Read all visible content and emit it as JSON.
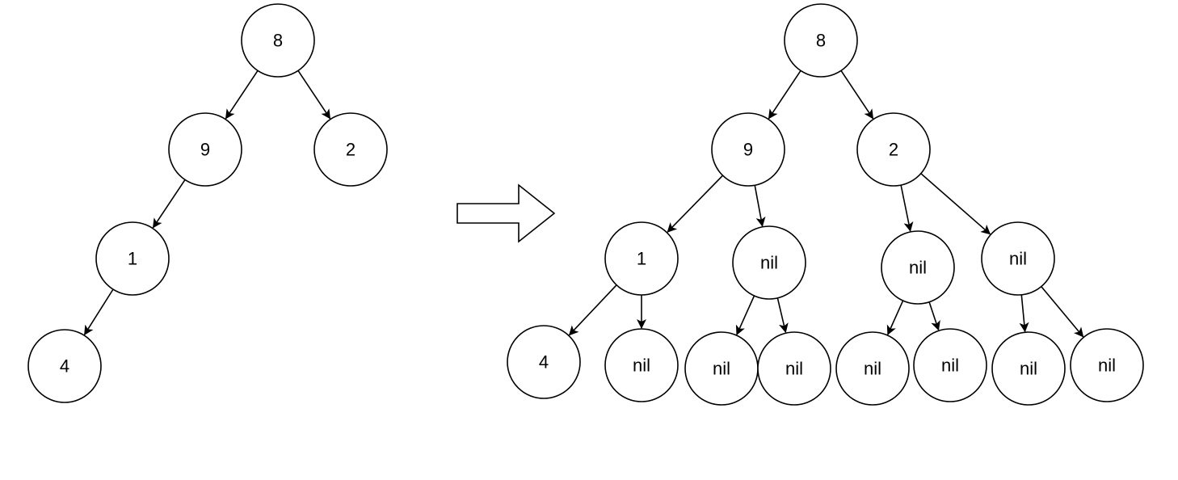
{
  "colors": {
    "stroke": "#000000",
    "fill": "#ffffff",
    "background": "#ffffff"
  },
  "left_tree": {
    "nodes": [
      {
        "id": "L8",
        "label": "8"
      },
      {
        "id": "L9",
        "label": "9"
      },
      {
        "id": "L2",
        "label": "2"
      },
      {
        "id": "L1",
        "label": "1"
      },
      {
        "id": "L4",
        "label": "4"
      }
    ],
    "edges": [
      [
        "L8",
        "L9"
      ],
      [
        "L8",
        "L2"
      ],
      [
        "L9",
        "L1"
      ],
      [
        "L1",
        "L4"
      ]
    ]
  },
  "transform_arrow": {
    "icon": "right-arrow-icon"
  },
  "right_tree": {
    "nodes": [
      {
        "id": "R8",
        "label": "8"
      },
      {
        "id": "R9",
        "label": "9"
      },
      {
        "id": "R2",
        "label": "2"
      },
      {
        "id": "R1",
        "label": "1"
      },
      {
        "id": "Rn1",
        "label": "nil"
      },
      {
        "id": "Rn2",
        "label": "nil"
      },
      {
        "id": "Rn3",
        "label": "nil"
      },
      {
        "id": "R4",
        "label": "4"
      },
      {
        "id": "Rn4",
        "label": "nil"
      },
      {
        "id": "Rn5",
        "label": "nil"
      },
      {
        "id": "Rn6",
        "label": "nil"
      },
      {
        "id": "Rn7",
        "label": "nil"
      },
      {
        "id": "Rn8",
        "label": "nil"
      },
      {
        "id": "Rn9",
        "label": "nil"
      },
      {
        "id": "Rn10",
        "label": "nil"
      }
    ],
    "edges": [
      [
        "R8",
        "R9"
      ],
      [
        "R8",
        "R2"
      ],
      [
        "R9",
        "R1"
      ],
      [
        "R9",
        "Rn1"
      ],
      [
        "R2",
        "Rn2"
      ],
      [
        "R2",
        "Rn3"
      ],
      [
        "R1",
        "R4"
      ],
      [
        "R1",
        "Rn4"
      ],
      [
        "Rn1",
        "Rn5"
      ],
      [
        "Rn1",
        "Rn6"
      ],
      [
        "Rn2",
        "Rn7"
      ],
      [
        "Rn2",
        "Rn8"
      ],
      [
        "Rn3",
        "Rn9"
      ],
      [
        "Rn3",
        "Rn10"
      ]
    ]
  }
}
